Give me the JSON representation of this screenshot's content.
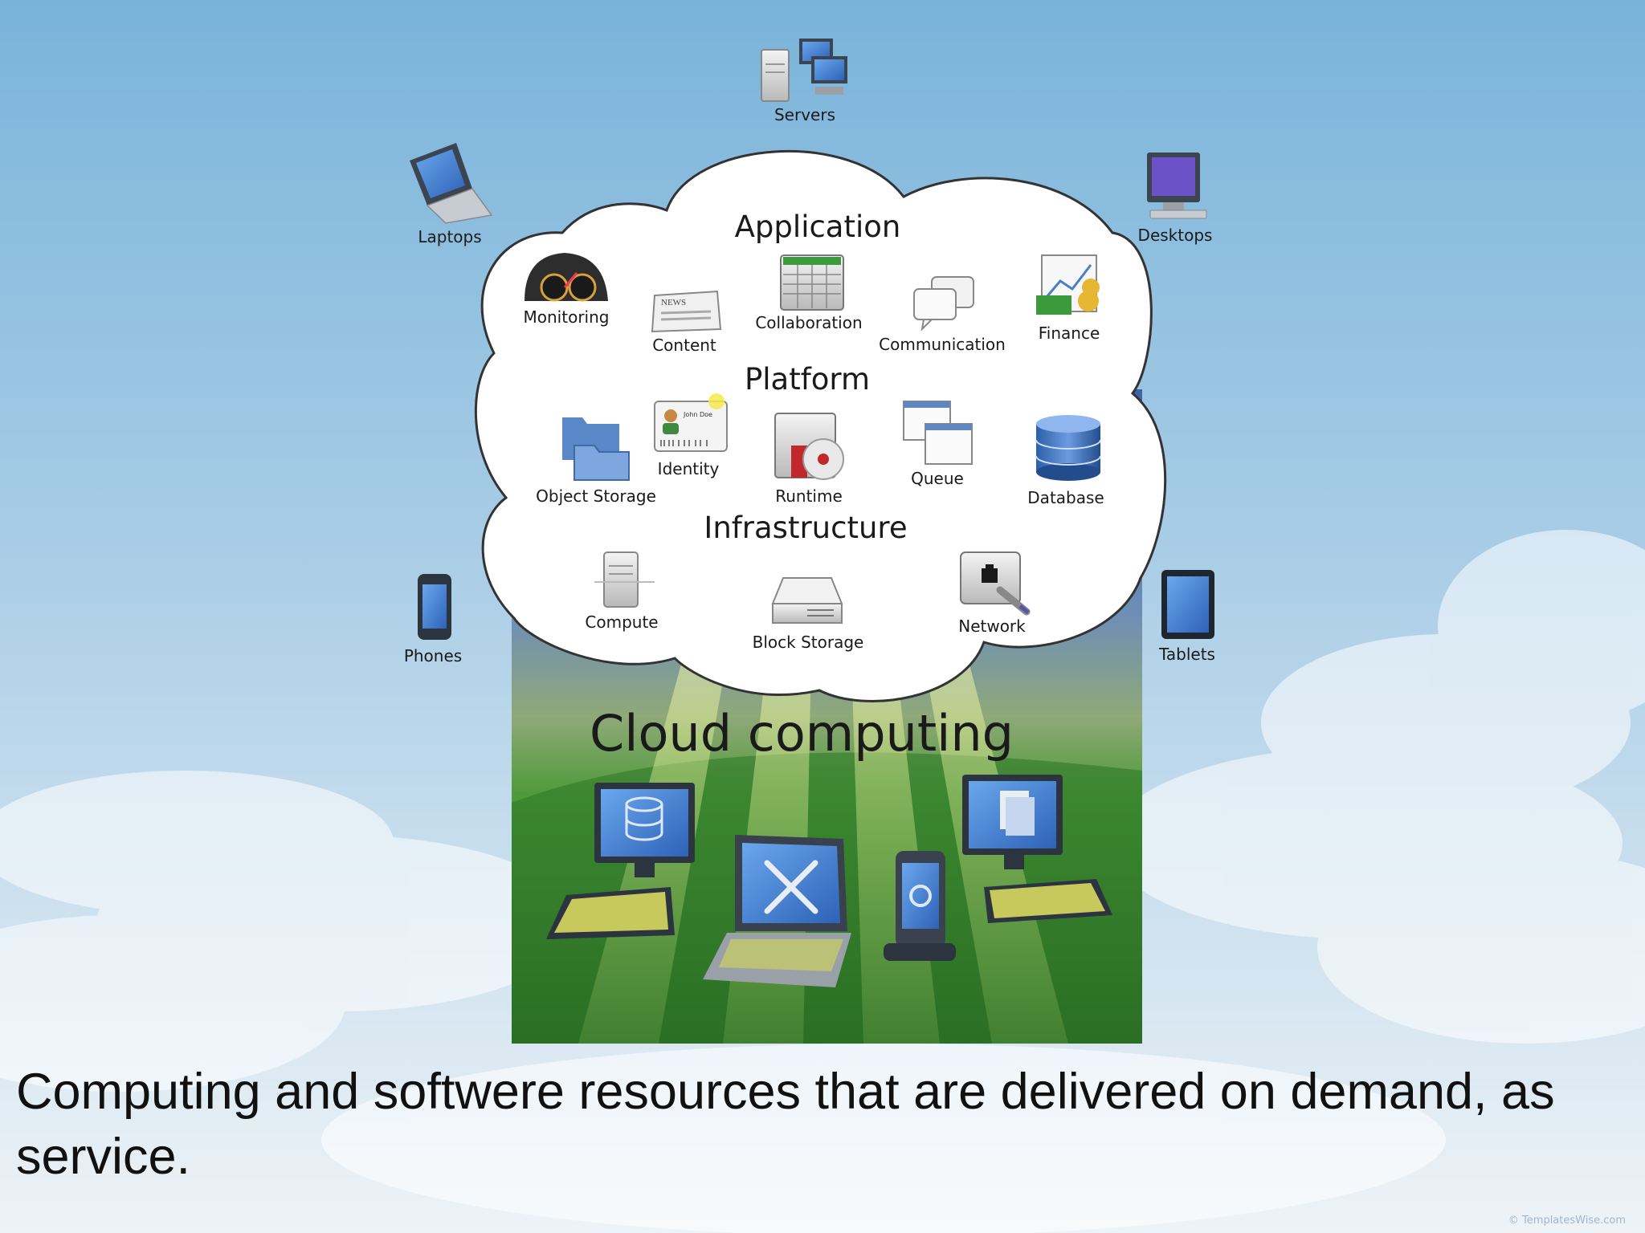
{
  "devices": {
    "servers": "Servers",
    "laptops": "Laptops",
    "desktops": "Desktops",
    "phones": "Phones",
    "tablets": "Tablets"
  },
  "cloud": {
    "application": {
      "heading": "Application",
      "items": [
        "Monitoring",
        "Content",
        "Collaboration",
        "Communication",
        "Finance"
      ]
    },
    "platform": {
      "heading": "Platform",
      "items": [
        "Object Storage",
        "Identity",
        "Runtime",
        "Queue",
        "Database"
      ]
    },
    "infrastructure": {
      "heading": "Infrastructure",
      "items": [
        "Compute",
        "Block Storage",
        "Network"
      ]
    }
  },
  "banner": {
    "title": "Cloud computing"
  },
  "icon_labels": {
    "news": "NEWS",
    "id_name": "John Doe"
  },
  "caption": "Computing and softwere resources that are delivered on demand, as service.",
  "watermark": "© TemplatesWise.com",
  "colors": {
    "sky_top": "#7fb8dc",
    "sky_bottom": "#eaf1f6",
    "grass": "#3c8a30",
    "screen_blue": "#3f7fd1",
    "cloud_fill": "#ffffff"
  }
}
